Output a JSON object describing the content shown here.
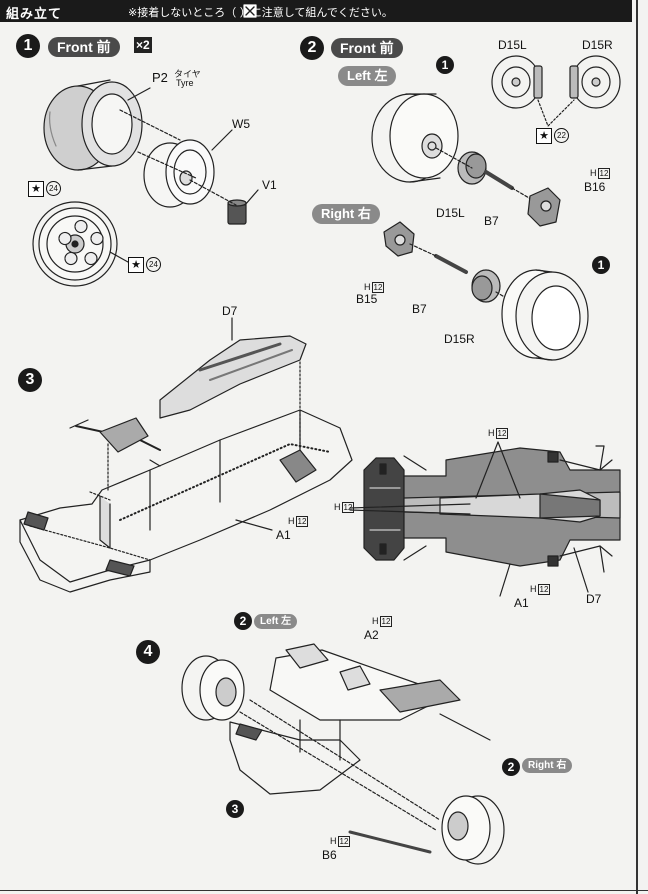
{
  "header": {
    "title": "組み立て",
    "note": "※接着しないところ（ ）に注意して組んでください。",
    "no_glue_icon": "no-glue-icon"
  },
  "steps": {
    "s1": {
      "number": "1",
      "tag": "Front 前",
      "multiplier": "×2",
      "labels": {
        "p2": "P2",
        "tyre_jp": "タイヤ",
        "tyre_en": "Tyre",
        "w5": "W5",
        "v1": "V1"
      },
      "stars": [
        "24",
        "24"
      ]
    },
    "s2": {
      "number": "2",
      "tag": "Front 前",
      "left_tag": "Left 左",
      "right_tag": "Right 右",
      "labels": {
        "d15l_top": "D15L",
        "d15r_top": "D15R",
        "star22": "22",
        "b16": "B16",
        "d15l": "D15L",
        "b7a": "B7",
        "b15": "B15",
        "b7b": "B7",
        "d15r": "D15R",
        "h12": "H12",
        "ref1": "1"
      }
    },
    "s3": {
      "number": "3",
      "labels": {
        "d7": "D7",
        "a1": "A1",
        "h12": "H12",
        "a1b": "A1",
        "d7b": "D7"
      }
    },
    "s4": {
      "number": "4",
      "left_tag": "Left 左",
      "right_tag": "Right 右",
      "labels": {
        "a2": "A2",
        "b6": "B6",
        "h12": "H12",
        "ref2": "2",
        "ref3": "3"
      }
    }
  }
}
